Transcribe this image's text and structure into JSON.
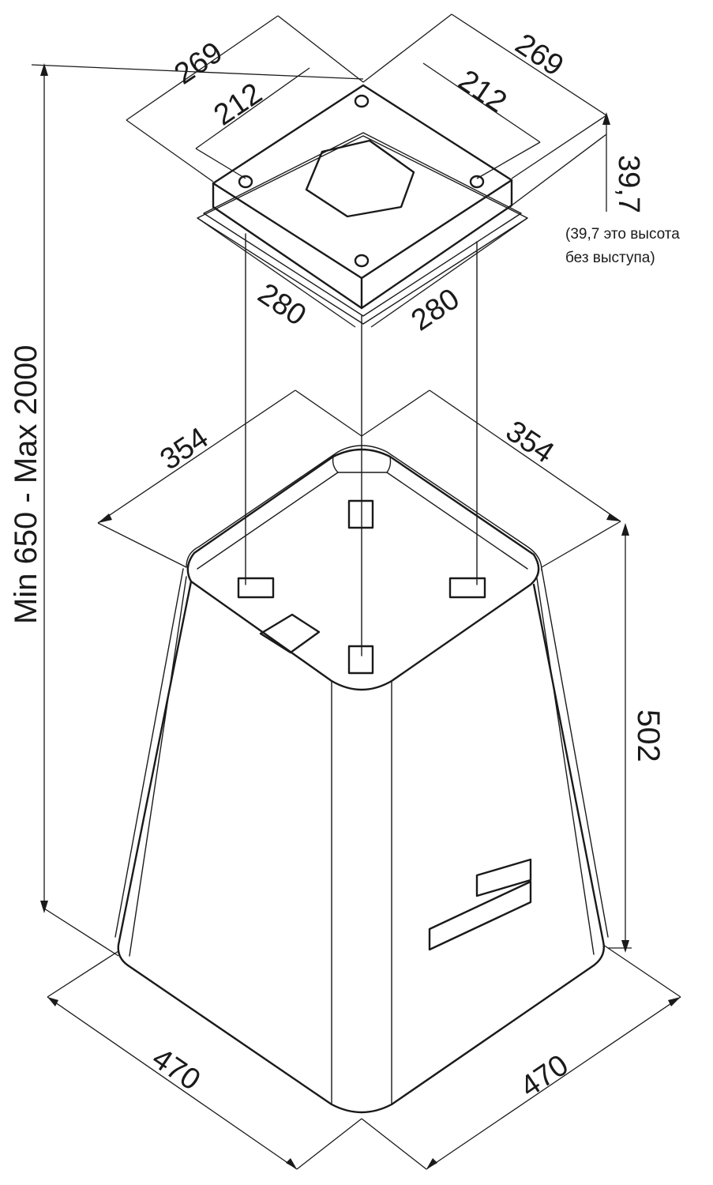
{
  "dimensions": {
    "mount_outer_left": "269",
    "mount_outer_right": "269",
    "mount_holes_left": "212",
    "mount_holes_right": "212",
    "mount_height": "39,7",
    "mount_height_note_line1": "(39,7 это высота",
    "mount_height_note_line2": "без выступа)",
    "flange_left": "280",
    "flange_right": "280",
    "top_left": "354",
    "top_right": "354",
    "body_height": "502",
    "total_height": "Min 650 - Max 2000",
    "base_left": "470",
    "base_right": "470"
  },
  "colors": {
    "line": "#1a1a1a",
    "background": "#ffffff"
  }
}
